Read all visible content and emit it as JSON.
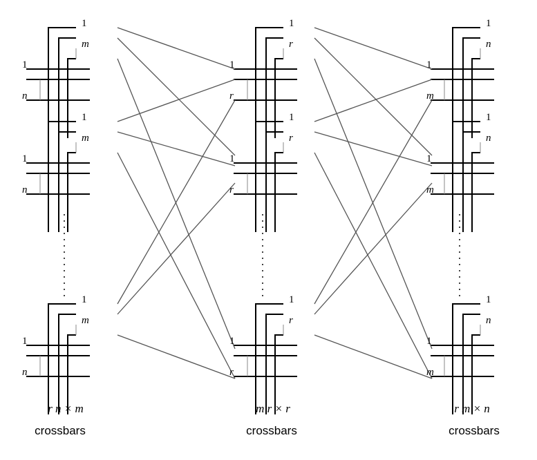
{
  "labels": {
    "one": "1",
    "n": "n",
    "m": "m",
    "r": "r"
  },
  "stages": [
    {
      "formula": "r n × m",
      "caption": "crossbars"
    },
    {
      "formula": "m r × r",
      "caption": "crossbars"
    },
    {
      "formula": "r m × n",
      "caption": "crossbars"
    }
  ],
  "colors": {
    "line": "#000000",
    "interconnect": "#555555",
    "port": "#888888"
  }
}
